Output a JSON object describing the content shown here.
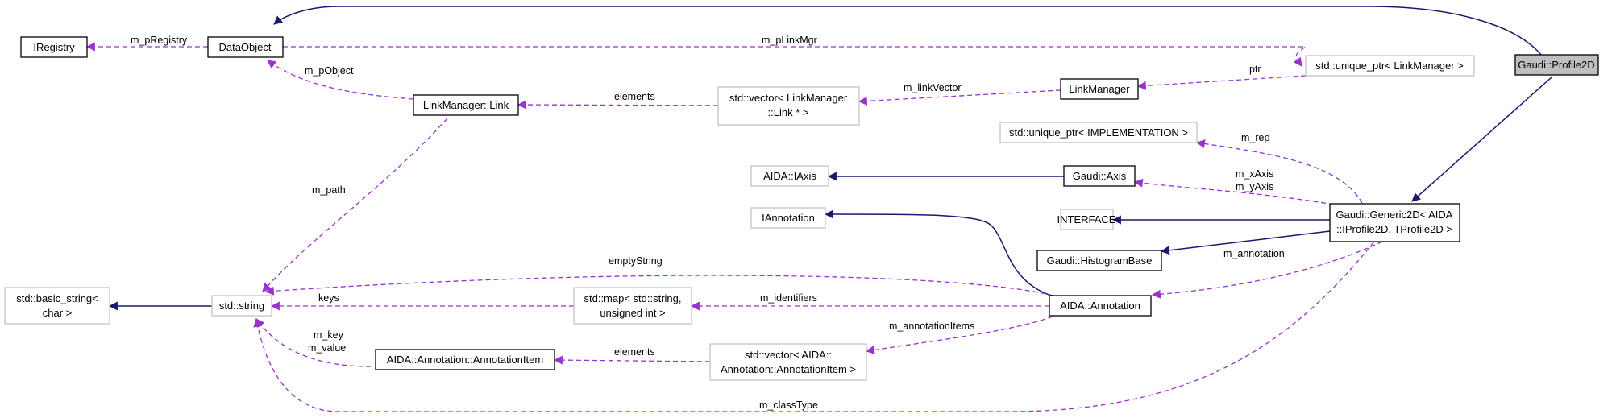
{
  "nodes": {
    "profile2d": "Gaudi::Profile2D",
    "dataobject": "DataObject",
    "iregistry": "IRegistry",
    "uptr_linkmgr": "std::unique_ptr< LinkManager >",
    "linkmanager": "LinkManager",
    "linkmgr_link": "LinkManager::Link",
    "vector_link_1": "std::vector< LinkManager",
    "vector_link_2": "::Link * >",
    "uptr_impl": "std::unique_ptr< IMPLEMENTATION >",
    "aida_iaxis": "AIDA::IAxis",
    "gaudi_axis": "Gaudi::Axis",
    "iannotation": "IAnnotation",
    "interface": "INTERFACE",
    "generic2d_1": "Gaudi::Generic2D< AIDA",
    "generic2d_2": "::IProfile2D, TProfile2D >",
    "histogrambase": "Gaudi::HistogramBase",
    "aida_annotation": "AIDA::Annotation",
    "std_string": "std::string",
    "basic_string_1": "std::basic_string<",
    "basic_string_2": "char >",
    "map_1": "std::map< std::string,",
    "map_2": "unsigned int >",
    "annotation_item": "AIDA::Annotation::AnnotationItem",
    "vector_item_1": "std::vector< AIDA::",
    "vector_item_2": "Annotation::AnnotationItem >"
  },
  "edge_labels": {
    "m_pRegistry": "m_pRegistry",
    "m_pLinkMgr": "m_pLinkMgr",
    "m_pObject": "m_pObject",
    "ptr": "ptr",
    "elements_link": "elements",
    "m_linkVector": "m_linkVector",
    "m_rep": "m_rep",
    "m_xAxis": "m_xAxis",
    "m_yAxis": "m_yAxis",
    "m_path": "m_path",
    "emptyString": "emptyString",
    "m_annotation": "m_annotation",
    "keys": "keys",
    "m_identifiers": "m_identifiers",
    "m_key": "m_key",
    "m_value": "m_value",
    "m_annotationItems": "m_annotationItems",
    "elements_item": "elements",
    "m_classType": "m_classType"
  },
  "colors": {
    "inheritance_edge": "#191970",
    "usage_edge": "#9a32cd",
    "external_border": "#bfbfbf",
    "focus_fill": "#bfbfbf"
  }
}
